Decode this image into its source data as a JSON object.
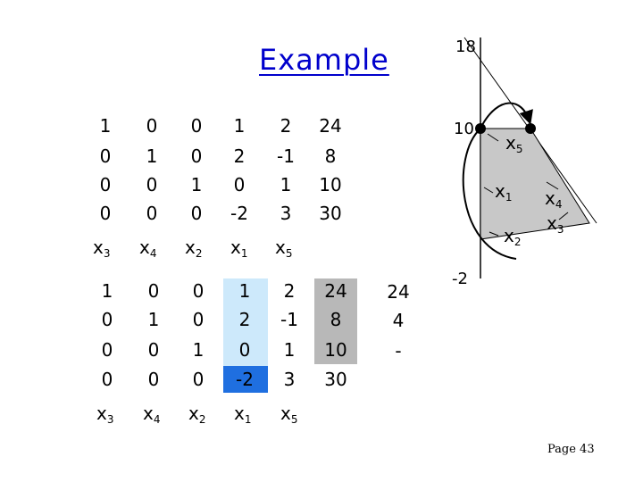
{
  "title": "Example",
  "table1": {
    "rows": [
      [
        "1",
        "0",
        "0",
        "1",
        "2",
        "24"
      ],
      [
        "0",
        "1",
        "0",
        "2",
        "-1",
        "8"
      ],
      [
        "0",
        "0",
        "1",
        "0",
        "1",
        "10"
      ],
      [
        "0",
        "0",
        "0",
        "-2",
        "3",
        "30"
      ]
    ],
    "labels": [
      {
        "v": "x",
        "s": "3"
      },
      {
        "v": "x",
        "s": "4"
      },
      {
        "v": "x",
        "s": "2"
      },
      {
        "v": "x",
        "s": "1"
      },
      {
        "v": "x",
        "s": "5"
      }
    ]
  },
  "table2": {
    "rows": [
      [
        "1",
        "0",
        "0",
        "1",
        "2",
        "24"
      ],
      [
        "0",
        "1",
        "0",
        "2",
        "-1",
        "8"
      ],
      [
        "0",
        "0",
        "1",
        "0",
        "1",
        "10"
      ],
      [
        "0",
        "0",
        "0",
        "-2",
        "3",
        "30"
      ]
    ],
    "ratios": [
      "24",
      "4",
      "-"
    ],
    "labels": [
      {
        "v": "x",
        "s": "3"
      },
      {
        "v": "x",
        "s": "4"
      },
      {
        "v": "x",
        "s": "2"
      },
      {
        "v": "x",
        "s": "1"
      },
      {
        "v": "x",
        "s": "5"
      }
    ]
  },
  "diagram": {
    "axis_labels": [
      "18",
      "10",
      "-2"
    ],
    "vertex_labels": [
      {
        "v": "x",
        "s": "5"
      },
      {
        "v": "x",
        "s": "1"
      },
      {
        "v": "x",
        "s": "4"
      },
      {
        "v": "x",
        "s": "2"
      },
      {
        "v": "x",
        "s": "3"
      }
    ]
  },
  "footer": {
    "page": "Page 43"
  },
  "colors": {
    "title": "#0000cc",
    "pivot_col": "#cde9fb",
    "pivot": "#1f6fe0",
    "rhs_col": "#b8b8b8",
    "region": "#c8c8c8"
  }
}
